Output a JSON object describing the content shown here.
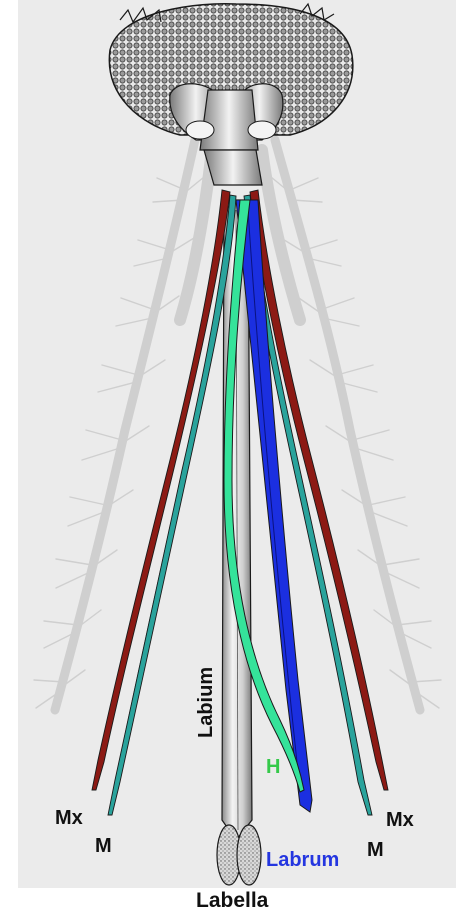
{
  "labels": {
    "mx_left": "Mx",
    "mx_right": "Mx",
    "m_left": "M",
    "m_right": "M",
    "h": "H",
    "labrum": "Labrum",
    "labium": "Labium",
    "labella": "Labella"
  },
  "colors": {
    "background_panel": "#ebebeb",
    "maxilla": "#8c1a14",
    "mandible": "#2aa39c",
    "hypopharynx": "#35e39a",
    "labrum": "#1b2fe0",
    "labium": "#c8c8c8",
    "antenna": "#cfcfcf",
    "outline": "#1a1a1a"
  }
}
